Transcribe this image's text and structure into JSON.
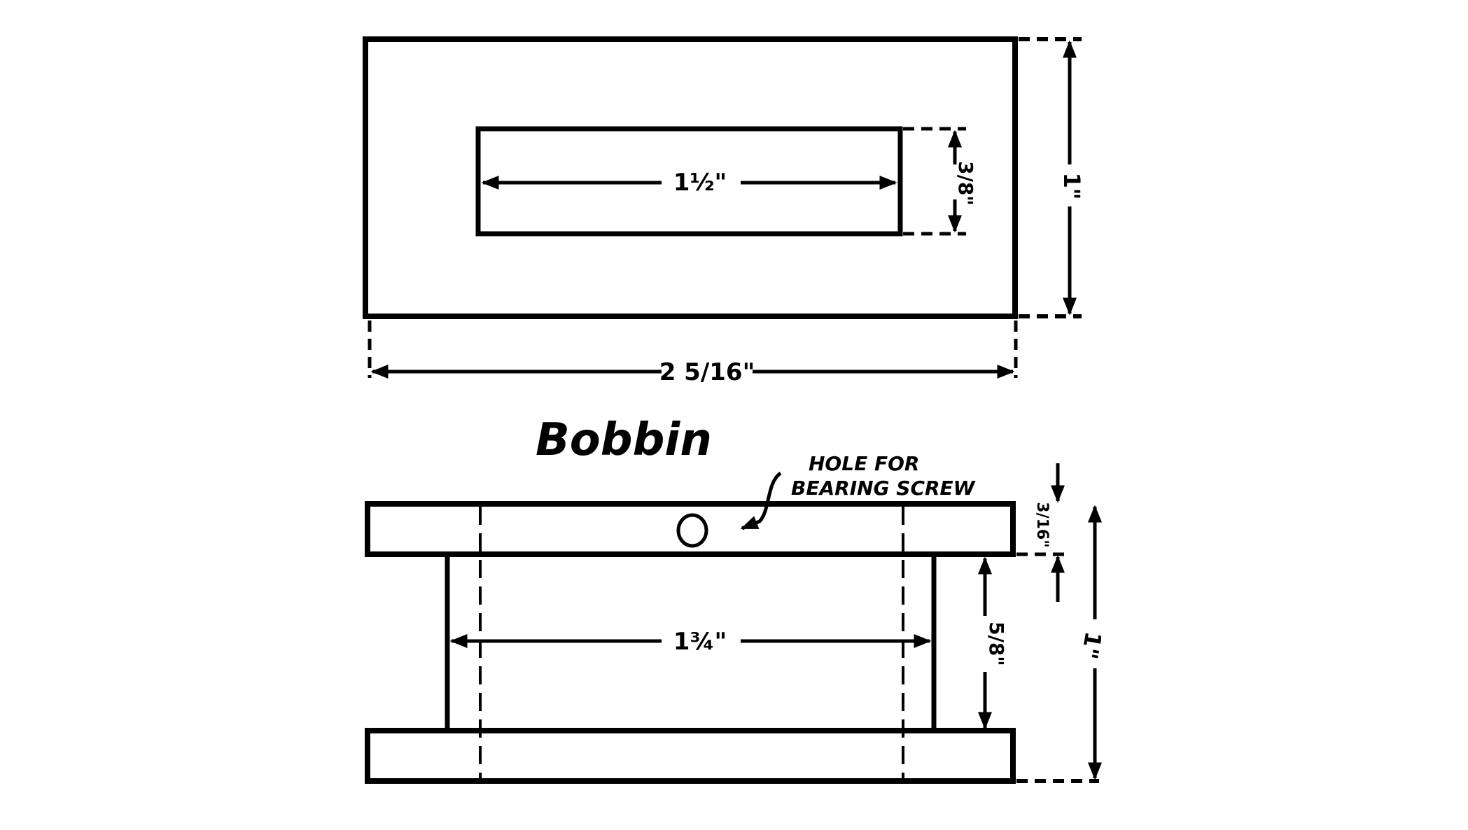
{
  "drawing": {
    "title": "Bobbin",
    "colors": {
      "ink": "#000000",
      "paper": "#ffffff"
    },
    "top_view": {
      "inner_length": "1½\"",
      "inner_width": "3/8\"",
      "outer_width": "2 5/16\"",
      "outer_height": "1\""
    },
    "side_view": {
      "note": [
        "HOLE FOR",
        "BEARING SCREW"
      ],
      "spindle_length": "1¾\"",
      "plate_gap": "5/8\"",
      "plate_thickness": "3/16\"",
      "overall_height": "1\""
    }
  }
}
